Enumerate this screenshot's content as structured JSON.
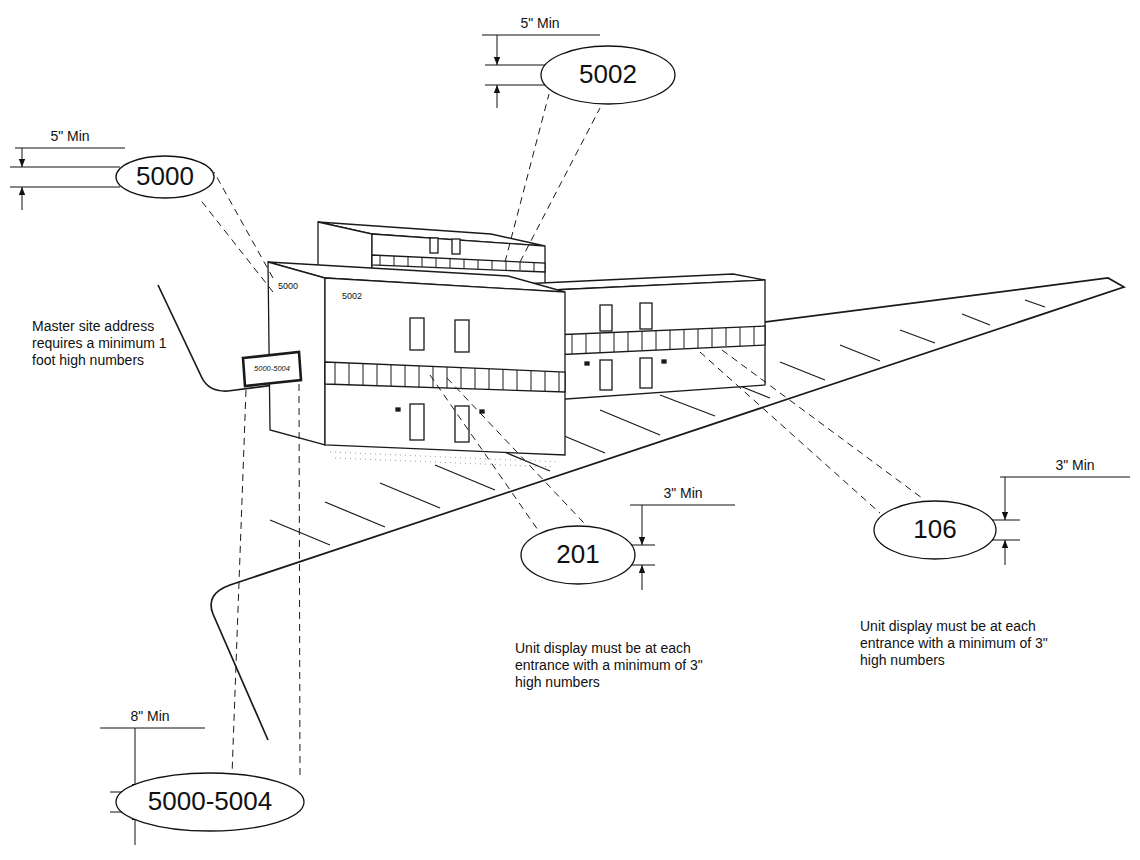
{
  "diagram": {
    "nodes": [
      {
        "text": [
          "5002"
        ]
      },
      {
        "text": [
          "5000"
        ]
      },
      {
        "text": [
          "106"
        ]
      },
      {
        "text": [
          "201"
        ]
      },
      {
        "text": [
          "5000-5004"
        ]
      }
    ],
    "labels": [
      "5\" Min",
      "5\" Min",
      "Master site address requires a minimum 1 foot high numbers",
      "3\" Min",
      "Unit display must be at each entrance with a minimum of 3\" high numbers",
      "3\" Min",
      "Unit display must be at each entrance with a minimum of 3\" high numbers",
      "8\" Min",
      "5000",
      "5002",
      "5000-5004"
    ]
  }
}
